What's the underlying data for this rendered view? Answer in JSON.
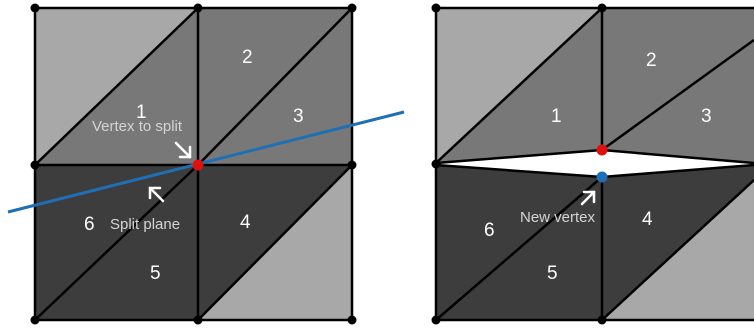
{
  "colors": {
    "light_gray": "#a8a8a8",
    "mid_gray": "#787878",
    "dark_gray": "#3d3d3d",
    "edge": "#000000",
    "split_line": "#1f6fb5",
    "split_vertex": "#e01010",
    "new_vertex": "#1f6fb5",
    "label_text": "#ffffff",
    "annotation_text": "#d4d4d4"
  },
  "left_panel": {
    "face_labels": [
      "1",
      "2",
      "3",
      "4",
      "5",
      "6"
    ],
    "vertex_to_split_label": "Vertex to split",
    "split_plane_label": "Split plane"
  },
  "right_panel": {
    "face_labels": [
      "1",
      "2",
      "3",
      "4",
      "5",
      "6"
    ],
    "new_vertex_label": "New vertex"
  }
}
